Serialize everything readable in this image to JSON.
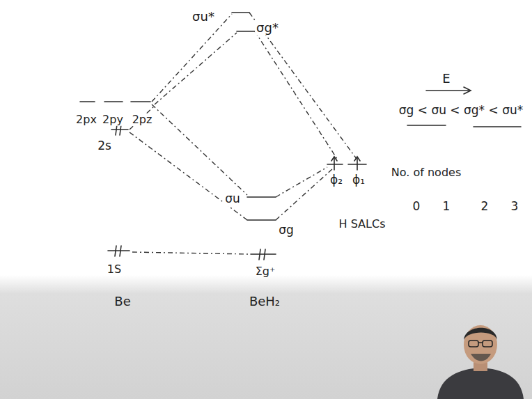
{
  "diagram": {
    "labels": [
      "σu*",
      "σg*",
      "E",
      "2px",
      "2py",
      "2pz",
      "σg < σu < σg* < σu*",
      "2s",
      "ϕ₂",
      "ϕ₁",
      "No. of nodes",
      "σu",
      "0",
      "1",
      "2",
      "3",
      "H SALCs",
      "σg",
      "1S",
      "Σg⁺",
      "Be",
      "BeH₂"
    ]
  }
}
